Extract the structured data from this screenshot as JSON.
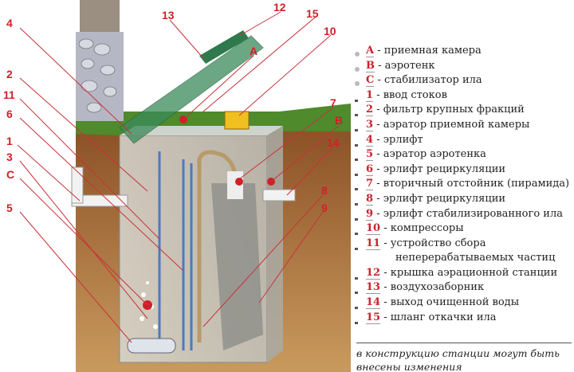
{
  "diagram_labels": [
    "13",
    "12",
    "15",
    "10",
    "A",
    "4",
    "2",
    "11",
    "6",
    "1",
    "3",
    "C",
    "5",
    "7",
    "B",
    "14",
    "8",
    "9"
  ],
  "legend": [
    {
      "key": "A",
      "text": "- приемная камера"
    },
    {
      "key": "B",
      "text": "- аэротенк"
    },
    {
      "key": "C",
      "text": "- стабилизатор ила"
    },
    {
      "key": "1",
      "text": "- ввод стоков"
    },
    {
      "key": "2",
      "text": "- фильтр крупных фракций"
    },
    {
      "key": "3",
      "text": "- аэратор приемной камеры"
    },
    {
      "key": "4",
      "text": "- эрлифт"
    },
    {
      "key": "5",
      "text": "- аэратор аэротенка"
    },
    {
      "key": "6",
      "text": "- эрлифт рециркуляции"
    },
    {
      "key": "7",
      "text": "- вторичный отстойник (пирамида)"
    },
    {
      "key": "8",
      "text": "- эрлифт рециркуляции"
    },
    {
      "key": "9",
      "text": "- эрлифт стабилизированного ила"
    },
    {
      "key": "10",
      "text": "- компрессоры"
    },
    {
      "key": "11",
      "text": "- устройство сбора",
      "text2": "неперерабатываемых частиц"
    },
    {
      "key": "12",
      "text": "- крышка аэрационной станции"
    },
    {
      "key": "13",
      "text": "- воздухозаборник"
    },
    {
      "key": "14",
      "text": "- выход очищенной воды"
    },
    {
      "key": "15",
      "text": "- шланг откачки ила"
    }
  ],
  "note": "в конструкцию станции могут быть внесены изменения",
  "colors": {
    "label_red": "#d0202a",
    "soil": "#a5683a",
    "grass": "#4f8a2c",
    "lid": "#3a8a5a"
  }
}
